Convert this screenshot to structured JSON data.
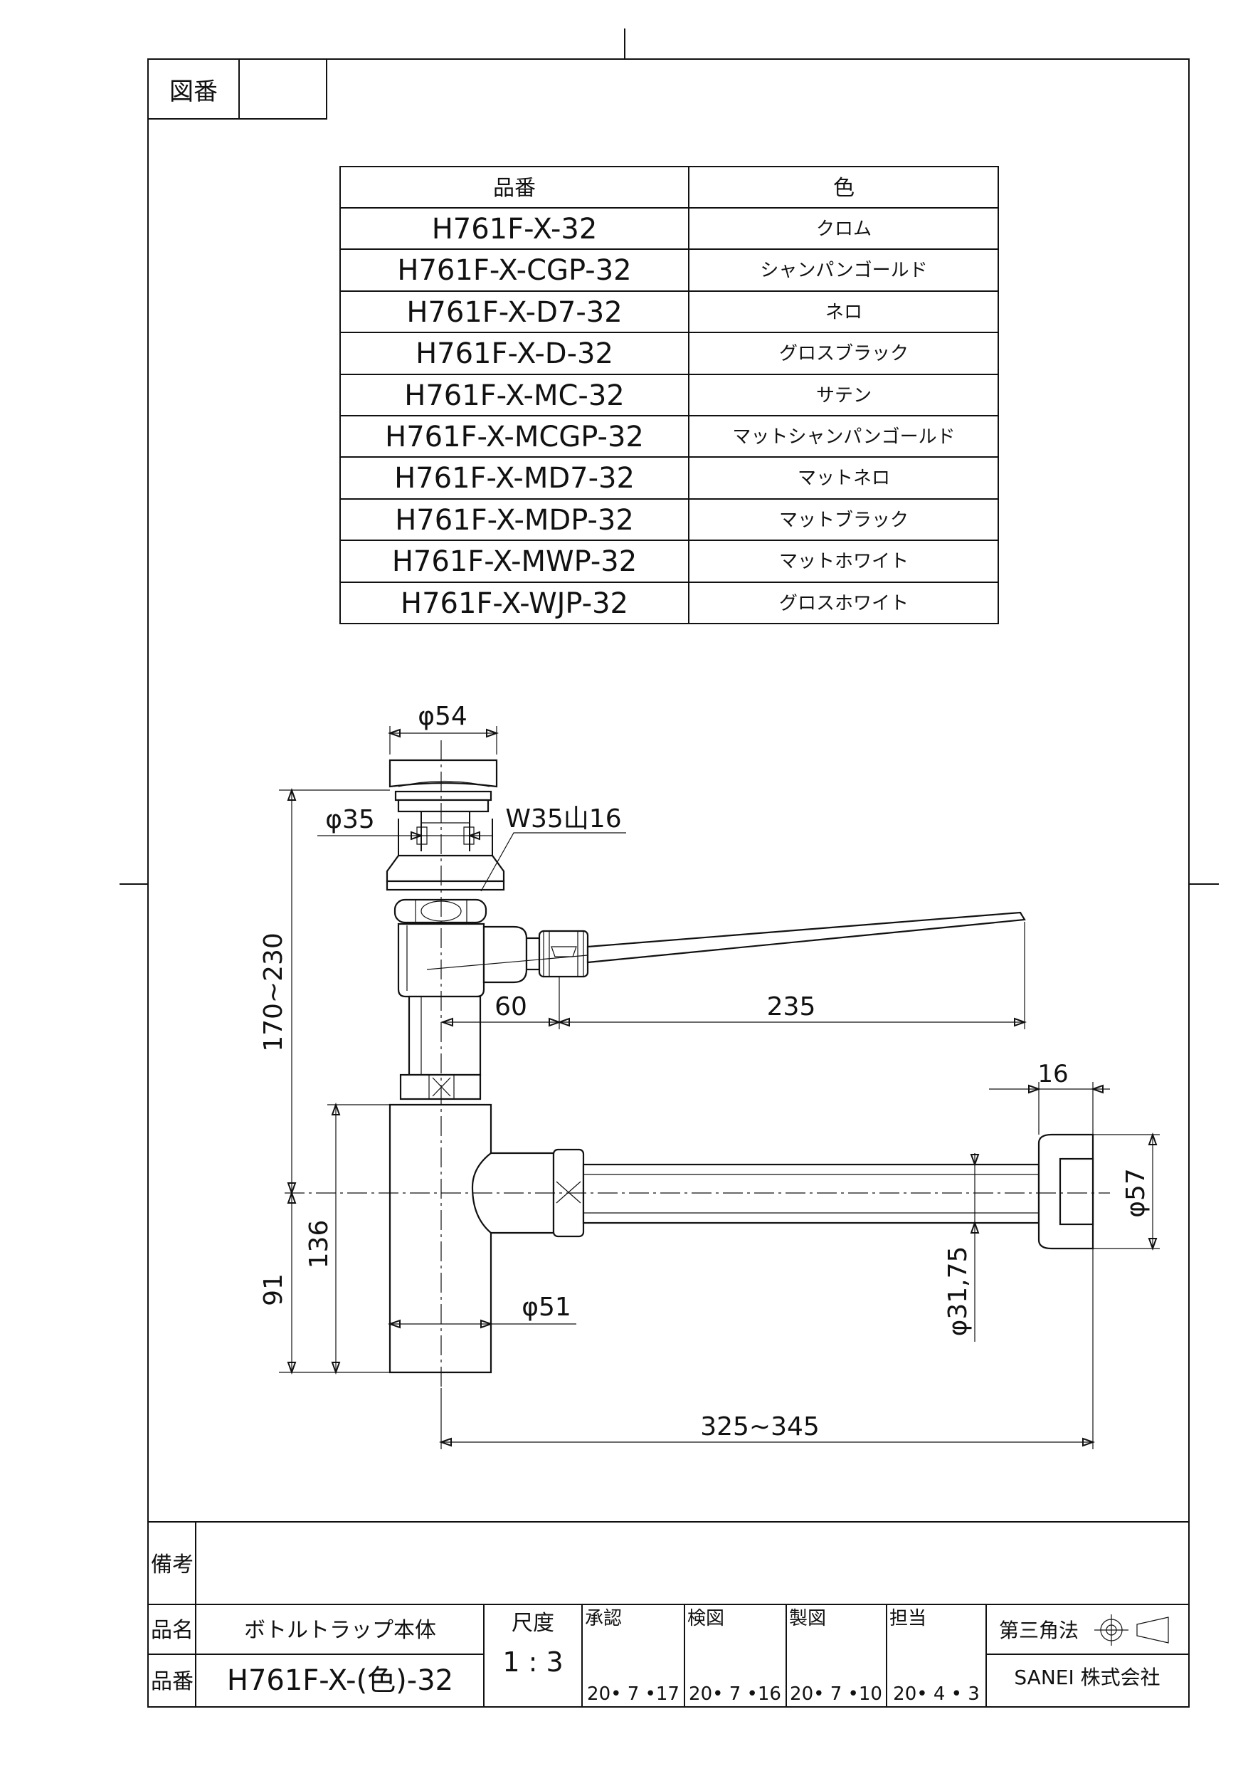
{
  "drawing_no_label": "図番",
  "drawing_no_value": "",
  "parts_table": {
    "header": [
      "品番",
      "色"
    ],
    "rows": [
      [
        "H761F-X-32",
        "クロム"
      ],
      [
        "H761F-X-CGP-32",
        "シャンパンゴールド"
      ],
      [
        "H761F-X-D7-32",
        "ネロ"
      ],
      [
        "H761F-X-D-32",
        "グロスブラック"
      ],
      [
        "H761F-X-MC-32",
        "サテン"
      ],
      [
        "H761F-X-MCGP-32",
        "マットシャンパンゴールド"
      ],
      [
        "H761F-X-MD7-32",
        "マットネロ"
      ],
      [
        "H761F-X-MDP-32",
        "マットブラック"
      ],
      [
        "H761F-X-MWP-32",
        "マットホワイト"
      ],
      [
        "H761F-X-WJP-32",
        "グロスホワイト"
      ]
    ]
  },
  "dimensions": {
    "d_top": "φ54",
    "d_body": "φ35",
    "thread": "W35山16",
    "height": "170~230",
    "rod_offset": "60",
    "rod_length": "235",
    "flange_thickness": "16",
    "flange_dia": "φ57",
    "pipe_dia": "φ31,75",
    "trap_dia": "φ51",
    "trap_height": "136",
    "outlet_height": "91",
    "total_length": "325~345"
  },
  "title_block": {
    "remarks_label": "備考",
    "remarks_value": "",
    "name_label": "品名",
    "name_value": "ボトルトラップ本体",
    "number_label": "品番",
    "number_value": "H761F-X-(色)-32",
    "scale_label": "尺度",
    "scale_value": "1 : 3",
    "approved_label": "承認",
    "approved_date": "20• 7 •17",
    "checked_label": "検図",
    "checked_date": "20• 7 •16",
    "drawn_label": "製図",
    "drawn_date": "20• 7 •10",
    "charge_label": "担当",
    "charge_date": "20• 4 • 3",
    "projection": "第三角法",
    "company": "SANEI 株式会社"
  }
}
